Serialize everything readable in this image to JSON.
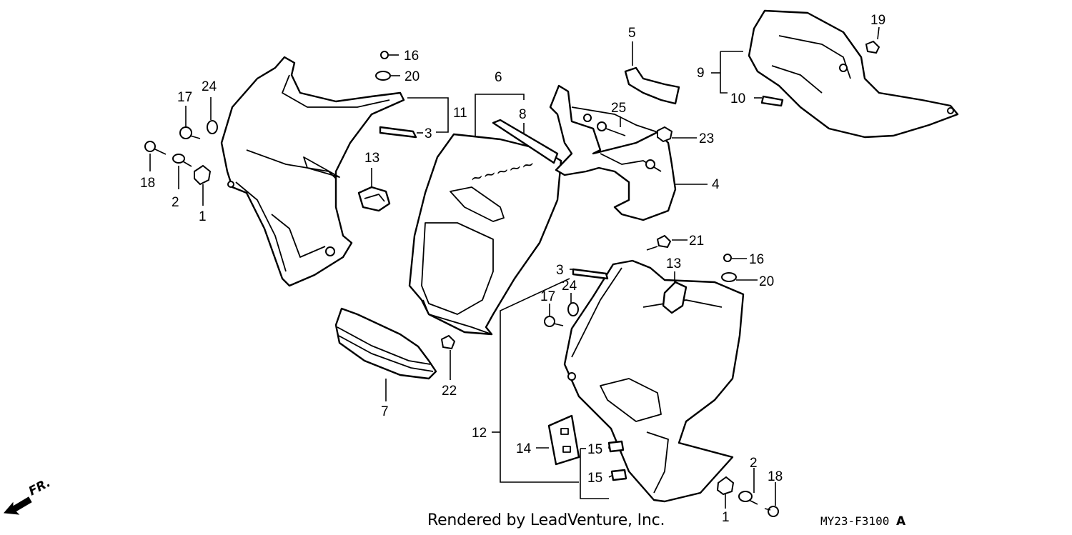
{
  "labels": {
    "n1a": "1",
    "n1b": "1",
    "n2a": "2",
    "n2b": "2",
    "n3a": "3",
    "n3b": "3",
    "n4": "4",
    "n5": "5",
    "n6": "6",
    "n7": "7",
    "n8": "8",
    "n9": "9",
    "n10": "10",
    "n11": "11",
    "n12": "12",
    "n13a": "13",
    "n13b": "13",
    "n14": "14",
    "n15a": "15",
    "n15b": "15",
    "n16a": "16",
    "n16b": "16",
    "n17a": "17",
    "n17b": "17",
    "n18a": "18",
    "n18b": "18",
    "n19": "19",
    "n20a": "20",
    "n20b": "20",
    "n21": "21",
    "n22": "22",
    "n23": "23",
    "n24a": "24",
    "n24b": "24",
    "n25": "25"
  },
  "footer": {
    "credit": "Rendered by LeadVenture, Inc.",
    "code": "MY23-F3100",
    "code_suffix": "A"
  },
  "direction": {
    "label": "FR."
  }
}
